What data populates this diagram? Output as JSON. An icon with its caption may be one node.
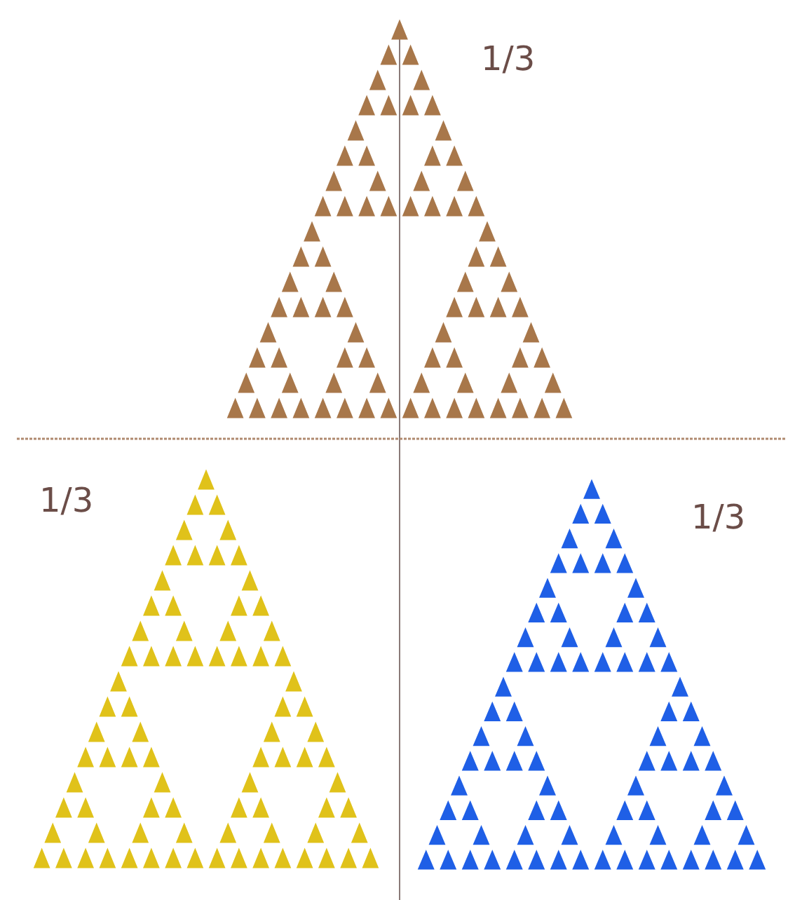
{
  "diagram": {
    "labels": [
      "1/3",
      "1/3",
      "1/3"
    ]
  }
}
